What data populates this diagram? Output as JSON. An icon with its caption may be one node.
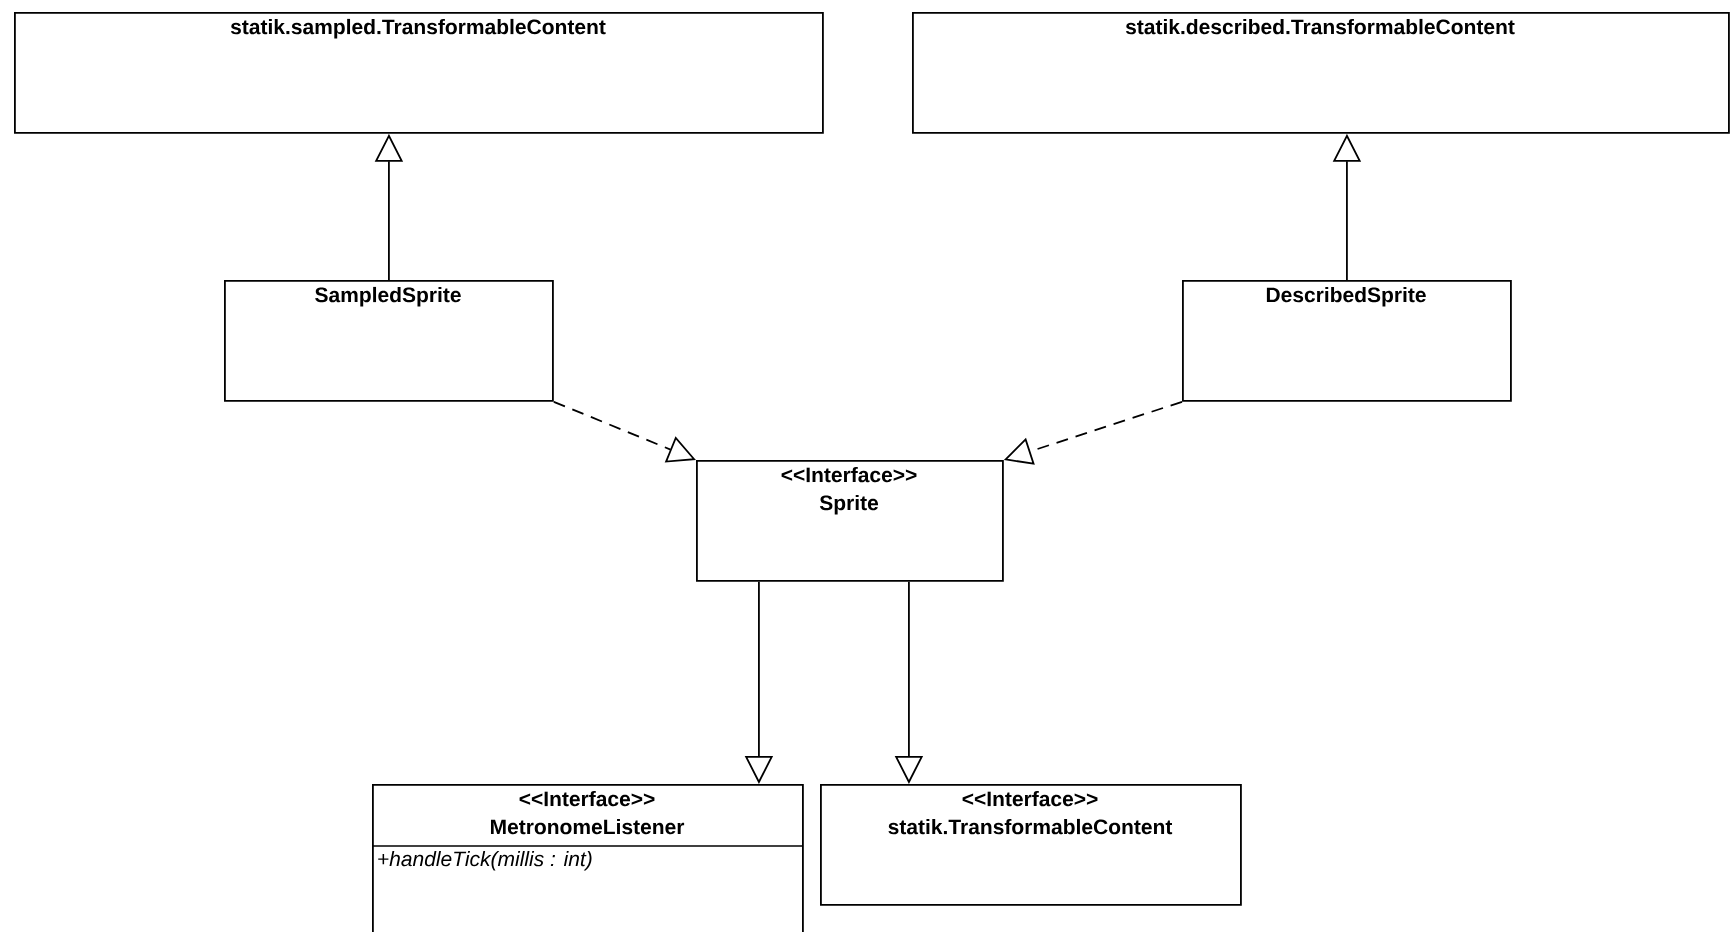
{
  "diagram": {
    "nodes": [
      {
        "text": [
          "statik.sampled.TransformableContent"
        ]
      },
      {
        "text": [
          "statik.described.TransformableContent"
        ]
      },
      {
        "text": [
          "SampledSprite"
        ]
      },
      {
        "text": [
          "DescribedSprite"
        ]
      },
      {
        "text": [
          "<<Interface>>",
          "Sprite"
        ]
      },
      {
        "text": [
          "<<Interface>>",
          "MetronomeListener",
          "+handleTick(millis : int)"
        ]
      },
      {
        "text": [
          "<<Interface>>",
          "statik.TransformableContent"
        ]
      }
    ],
    "edges": [
      {
        "from": 2,
        "to": 0,
        "arrow": "to"
      },
      {
        "from": 3,
        "to": 1,
        "arrow": "to"
      },
      {
        "from": 2,
        "to": 4,
        "arrow": "to",
        "style": "dashed"
      },
      {
        "from": 3,
        "to": 4,
        "arrow": "to",
        "style": "dashed"
      },
      {
        "from": 4,
        "to": 5,
        "arrow": "to"
      },
      {
        "from": 4,
        "to": 6,
        "arrow": "to"
      }
    ]
  }
}
